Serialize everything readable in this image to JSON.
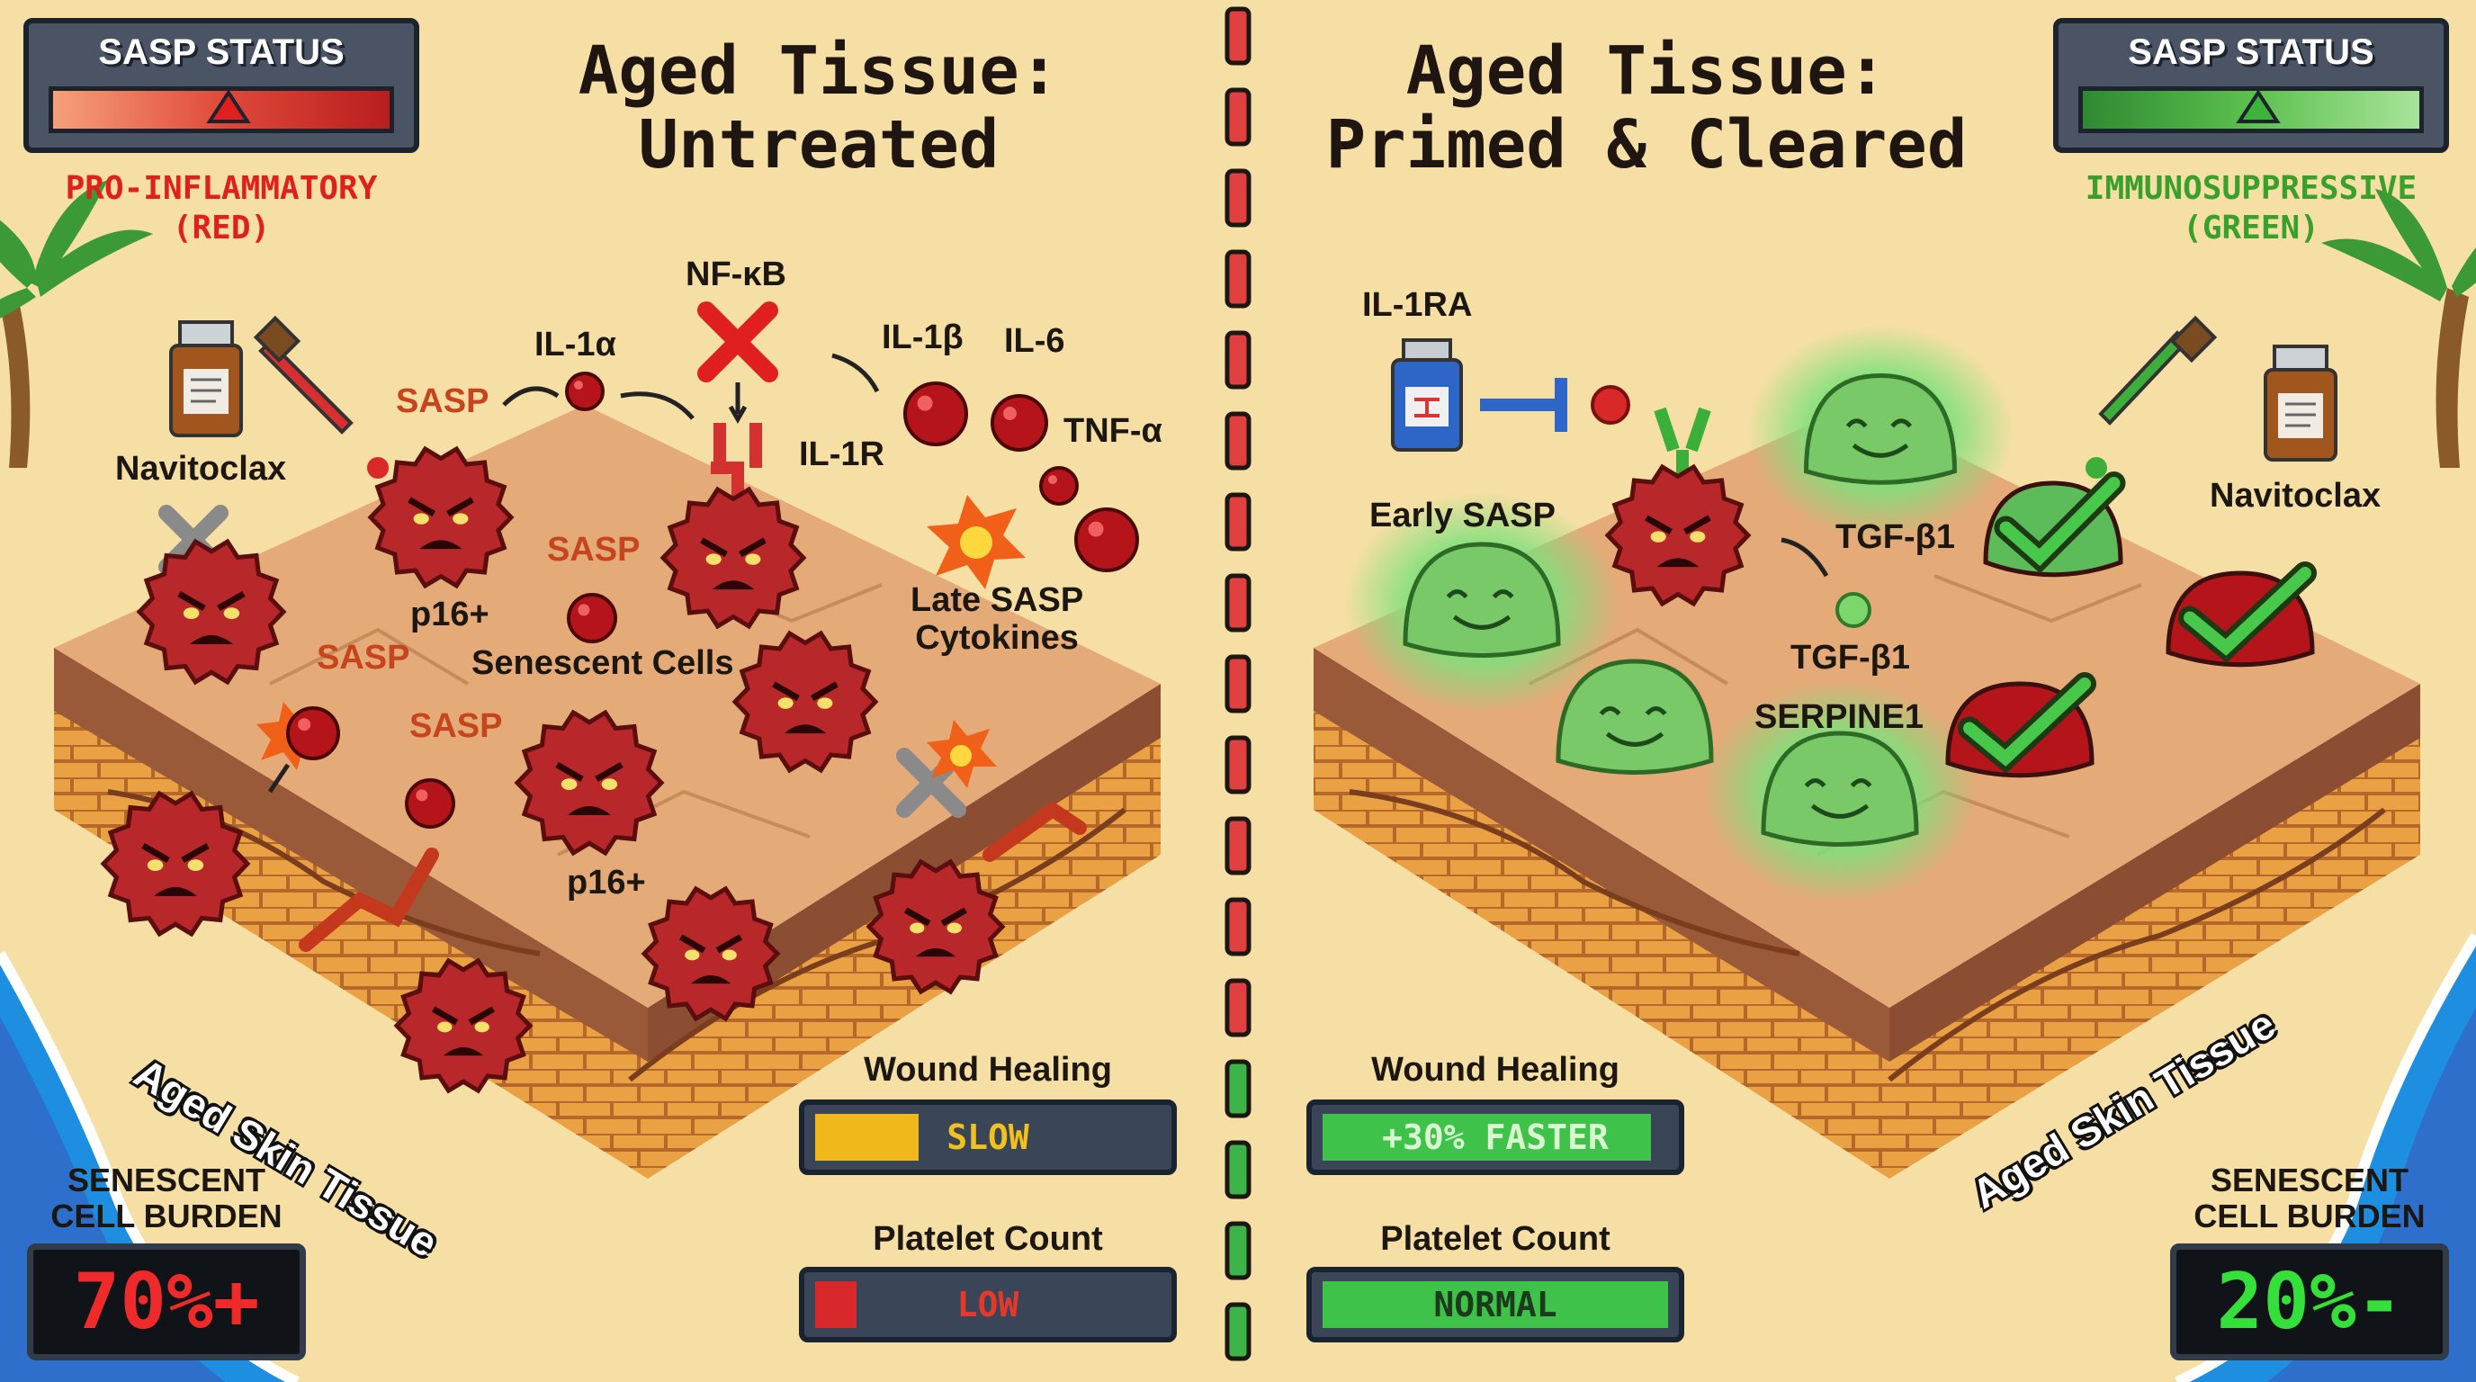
{
  "left_panel": {
    "title_line1": "Aged Tissue:",
    "title_line2": "Untreated",
    "sasp_status": {
      "title": "SASP STATUS",
      "mode_line1": "PRO-INFLAMMATORY",
      "mode_line2": "(RED)",
      "color": "#e0201c"
    },
    "drug_label": "Navitoclax",
    "labels": {
      "sasp_1": "SASP",
      "sasp_2": "SASP",
      "sasp_3": "SASP",
      "sasp_4": "SASP",
      "il1a": "IL-1α",
      "nfkb": "NF-κB",
      "il1b": "IL-1β",
      "il6": "IL-6",
      "tnfa": "TNF-α",
      "il1r": "IL-1R",
      "p16_1": "p16+",
      "p16_2": "p16+",
      "senescent_cells": "Senescent Cells",
      "late_sasp_1": "Late SASP",
      "late_sasp_2": "Cytokines"
    },
    "tissue_label": "Aged Skin Tissue",
    "wound_healing": {
      "label": "Wound Healing",
      "value": "SLOW",
      "fill_fraction": 0.3,
      "color": "#f1b81c"
    },
    "platelet_count": {
      "label": "Platelet Count",
      "value": "LOW",
      "fill_fraction": 0.12,
      "color": "#d8282c"
    },
    "burden": {
      "label_line1": "SENESCENT",
      "label_line2": "CELL BURDEN",
      "value": "70%+",
      "color": "#ee2a2a"
    }
  },
  "right_panel": {
    "title_line1": "Aged Tissue:",
    "title_line2": "Primed & Cleared",
    "sasp_status": {
      "title": "SASP STATUS",
      "mode_line1": "IMMUNOSUPPRESSIVE",
      "mode_line2": "(GREEN)",
      "color": "#3aa02c"
    },
    "drug_label": "Navitoclax",
    "labels": {
      "il1ra": "IL-1RA",
      "early_sasp": "Early SASP",
      "tgfb1_1": "TGF-β1",
      "tgfb1_2": "TGF-β1",
      "serpine1": "SERPINE1"
    },
    "tissue_label": "Aged Skin Tissue",
    "wound_healing": {
      "label": "Wound Healing",
      "value": "+30% FASTER",
      "fill_fraction": 0.95,
      "color": "#3fc24a"
    },
    "platelet_count": {
      "label": "Platelet Count",
      "value": "NORMAL",
      "fill_fraction": 1.0,
      "color": "#3fc24a"
    },
    "burden": {
      "label_line1": "SENESCENT",
      "label_line2": "CELL BURDEN",
      "value": "20%-",
      "color": "#36e03a"
    }
  },
  "colors": {
    "background": "#f6dfa4",
    "divider_red": "#e04040",
    "divider_green": "#3cb44a",
    "senescent_cell": "#b8282a",
    "primed_cell": "#79c968"
  }
}
